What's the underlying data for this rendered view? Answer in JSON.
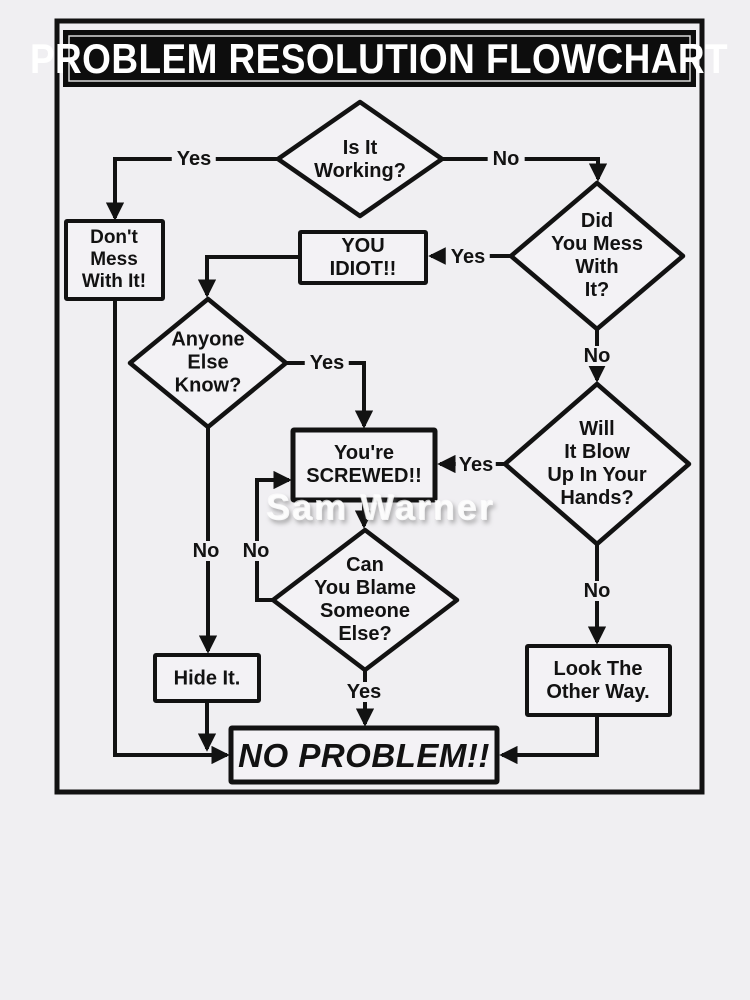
{
  "title": "PROBLEM RESOLUTION FLOWCHART",
  "watermark": "Sam Warner",
  "colors": {
    "ink": "#121212",
    "background": "#f0eff2",
    "banner_background": "#0d0d0d",
    "banner_text": "#ffffff",
    "shape_fill": "#f3f2f5"
  },
  "nodes": {
    "is_it_working": "Is It\nWorking?",
    "dont_mess": "Don't\nMess\nWith It!",
    "did_you_mess": "Did\nYou Mess\nWith\nIt?",
    "you_idiot": "YOU\nIDIOT!!",
    "anyone_else_know": "Anyone\nElse\nKnow?",
    "will_it_blow": "Will\nIt Blow\nUp In Your\nHands?",
    "youre_screwed": "You're\nSCREWED!!",
    "can_you_blame": "Can\nYou Blame\nSomeone\nElse?",
    "hide_it": "Hide It.",
    "look_other_way": "Look The\nOther Way.",
    "no_problem": "NO PROBLEM!!"
  },
  "edge_labels": {
    "is_working_yes": "Yes",
    "is_working_no": "No",
    "did_mess_yes": "Yes",
    "did_mess_no": "No",
    "anyone_know_yes": "Yes",
    "anyone_know_no": "No",
    "will_blow_yes": "Yes",
    "will_blow_no": "No",
    "can_blame_no": "No",
    "can_blame_yes": "Yes"
  }
}
